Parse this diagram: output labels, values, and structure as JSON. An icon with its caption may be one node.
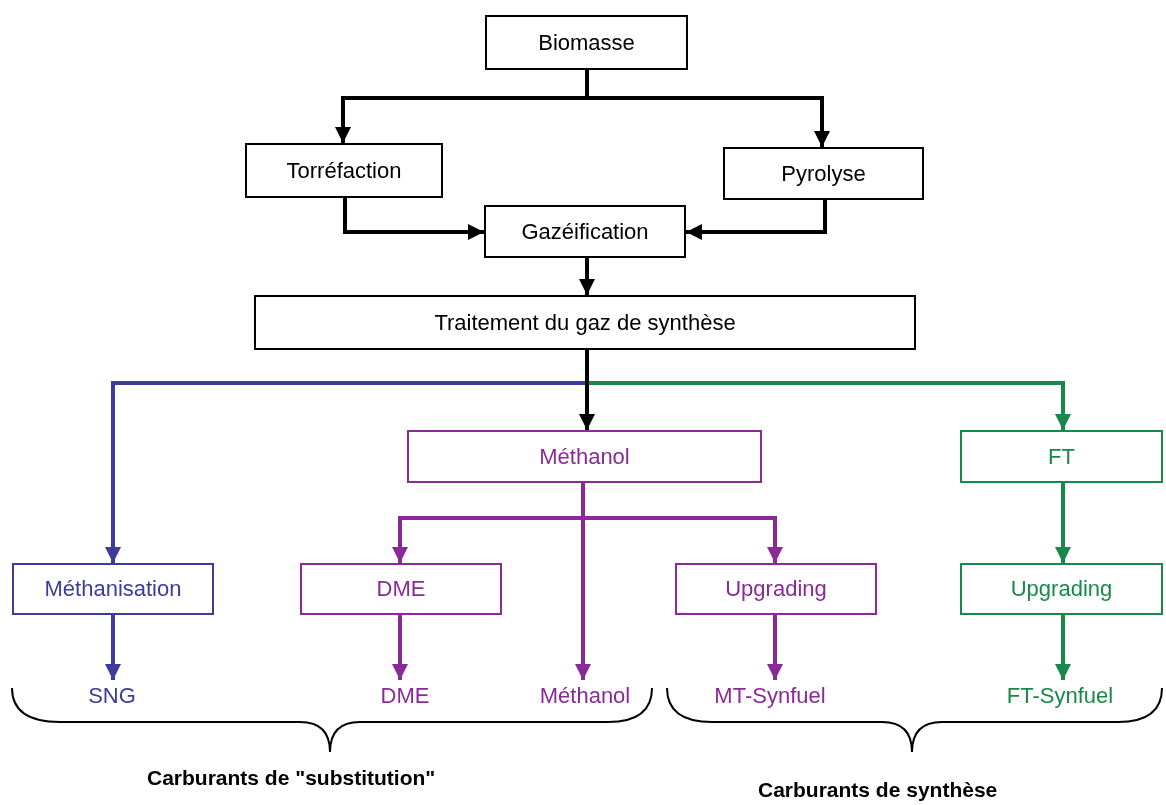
{
  "diagram": {
    "nodes": [
      {
        "text": [
          "Biomasse"
        ]
      },
      {
        "text": [
          "Torréfaction"
        ]
      },
      {
        "text": [
          "Pyrolyse"
        ]
      },
      {
        "text": [
          "Gazéification"
        ]
      },
      {
        "text": [
          "Traitement du gaz de synthèse"
        ]
      },
      {
        "text": [
          "Méthanol"
        ]
      },
      {
        "text": [
          "FT"
        ]
      },
      {
        "text": [
          "Méthanisation"
        ]
      },
      {
        "text": [
          "DME"
        ]
      },
      {
        "text": [
          "Upgrading"
        ]
      },
      {
        "text": [
          "Upgrading"
        ]
      },
      {
        "text": [
          "SNG"
        ]
      },
      {
        "text": [
          "DME"
        ]
      },
      {
        "text": [
          "Méthanol"
        ]
      },
      {
        "text": [
          "MT-Synfuel"
        ]
      },
      {
        "text": [
          "FT-Synfuel"
        ]
      }
    ],
    "edges": [
      {
        "from": 0,
        "to": 1,
        "arrow": "to"
      },
      {
        "from": 0,
        "to": 2,
        "arrow": "to"
      },
      {
        "from": 1,
        "to": 3,
        "arrow": "to"
      },
      {
        "from": 2,
        "to": 3,
        "arrow": "to"
      },
      {
        "from": 3,
        "to": 4,
        "arrow": "to"
      },
      {
        "from": 4,
        "to": 7,
        "arrow": "to",
        "color": "#3c3c9c"
      },
      {
        "from": 4,
        "to": 6,
        "arrow": "to",
        "color": "#178a4a"
      },
      {
        "from": 4,
        "to": 5,
        "arrow": "to"
      },
      {
        "from": 5,
        "to": 8,
        "arrow": "to",
        "color": "#8a2a98"
      },
      {
        "from": 5,
        "to": 13,
        "arrow": "to",
        "color": "#8a2a98"
      },
      {
        "from": 5,
        "to": 9,
        "arrow": "to",
        "color": "#8a2a98"
      },
      {
        "from": 6,
        "to": 10,
        "arrow": "to",
        "color": "#178a4a"
      },
      {
        "from": 7,
        "to": 11,
        "arrow": "to",
        "color": "#3c3c9c"
      },
      {
        "from": 8,
        "to": 12,
        "arrow": "to",
        "color": "#8a2a98"
      },
      {
        "from": 9,
        "to": 14,
        "arrow": "to",
        "color": "#8a2a98"
      },
      {
        "from": 10,
        "to": 15,
        "arrow": "to",
        "color": "#178a4a"
      }
    ],
    "labels": [
      "Carburants de \"substitution\"",
      "Carburants de synthèse"
    ]
  }
}
